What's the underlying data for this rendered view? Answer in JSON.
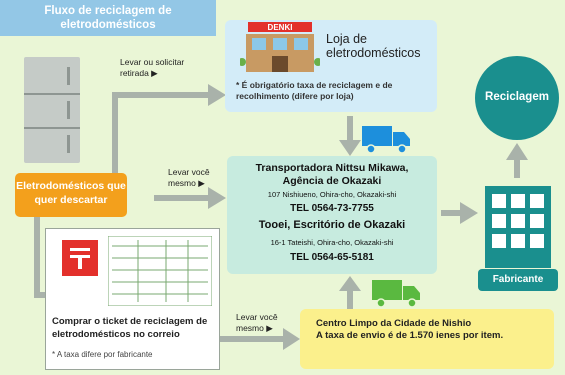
{
  "title": "Fluxo de reciclagem de eletrodomésticos",
  "labels": {
    "bring_or_request": "Levar ou solicitar retirada ▶",
    "bring_yourself_1": "Levar você mesmo ▶",
    "bring_yourself_2": "Levar você mesmo ▶"
  },
  "store": {
    "sign": "DENKI",
    "title": "Loja de eletrodomésticos",
    "note": "* É obrigatório taxa de reciclagem e de recolhimento (difere por loja)"
  },
  "appliances_box": "Eletrodomésticos que quer descartar",
  "transport": {
    "company1_name": "Transportadora Nittsu Mikawa, Agência de Okazaki",
    "company1_address": "107 Nishiueno, Ohira-cho, Okazaki-shi",
    "company1_tel": "TEL 0564-73-7755",
    "company2_name": "Tooei, Escritório de Okazaki",
    "company2_address": "16-1 Tateishi, Ohira-cho, Okazaki-shi",
    "company2_tel": "TEL 0564-65-5181"
  },
  "post": {
    "text": "Comprar o ticket de reciclagem de eletrodomésticos no correio",
    "note": "* A taxa difere por fabricante"
  },
  "center": {
    "name": "Centro Limpo da Cidade de Nishio",
    "fee": "A taxa de envio é de 1.570 ienes por item."
  },
  "recycling": "Reciclagem",
  "manufacturer": "Fabricante",
  "colors": {
    "background": "#eaf6d6",
    "title_bg": "#93c7e6",
    "store_bg": "#d3ecf8",
    "transport_bg": "#c7ebdf",
    "orange": "#f3a01c",
    "teal": "#1a8f8e",
    "truck_blue": "#1d8fdc",
    "truck_green": "#5ab940",
    "yellow": "#fbf08c",
    "arrow": "#a9b2aa",
    "post_red": "#e3302b"
  }
}
